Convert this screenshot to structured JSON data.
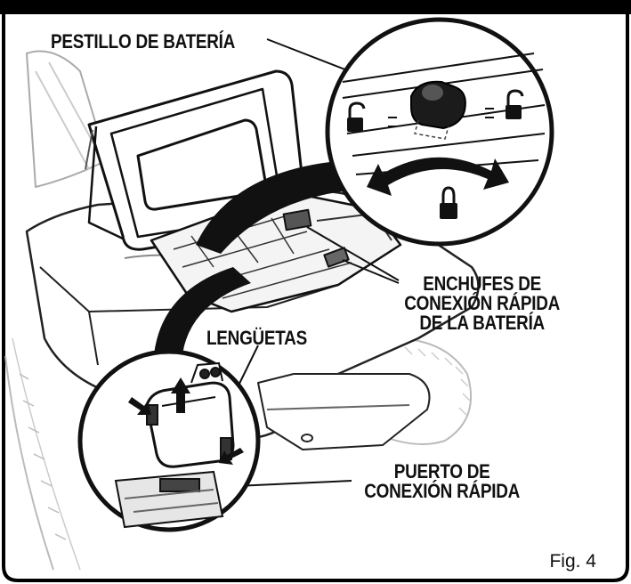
{
  "labels": {
    "battery_latch": "PESTILLO DE BATERÍA",
    "quick_connect_plugs": [
      "ENCHUFES DE",
      "CONEXIÓN RÁPIDA",
      "DE LA BATERÍA"
    ],
    "tabs": "LENGÜETAS",
    "quick_connect_port": [
      "PUERTO DE",
      "CONEXIÓN RÁPIDA"
    ]
  },
  "figure_label": "Fig. 4",
  "icons": [
    "lock-open-icon",
    "lock-open-icon",
    "lock-closed-icon",
    "rotate-arrow-icon",
    "up-arrow-icon",
    "press-arrow-icon"
  ],
  "colors": {
    "line": "#111111",
    "fill": "#ffffff",
    "shade": "#d9d9d9"
  }
}
